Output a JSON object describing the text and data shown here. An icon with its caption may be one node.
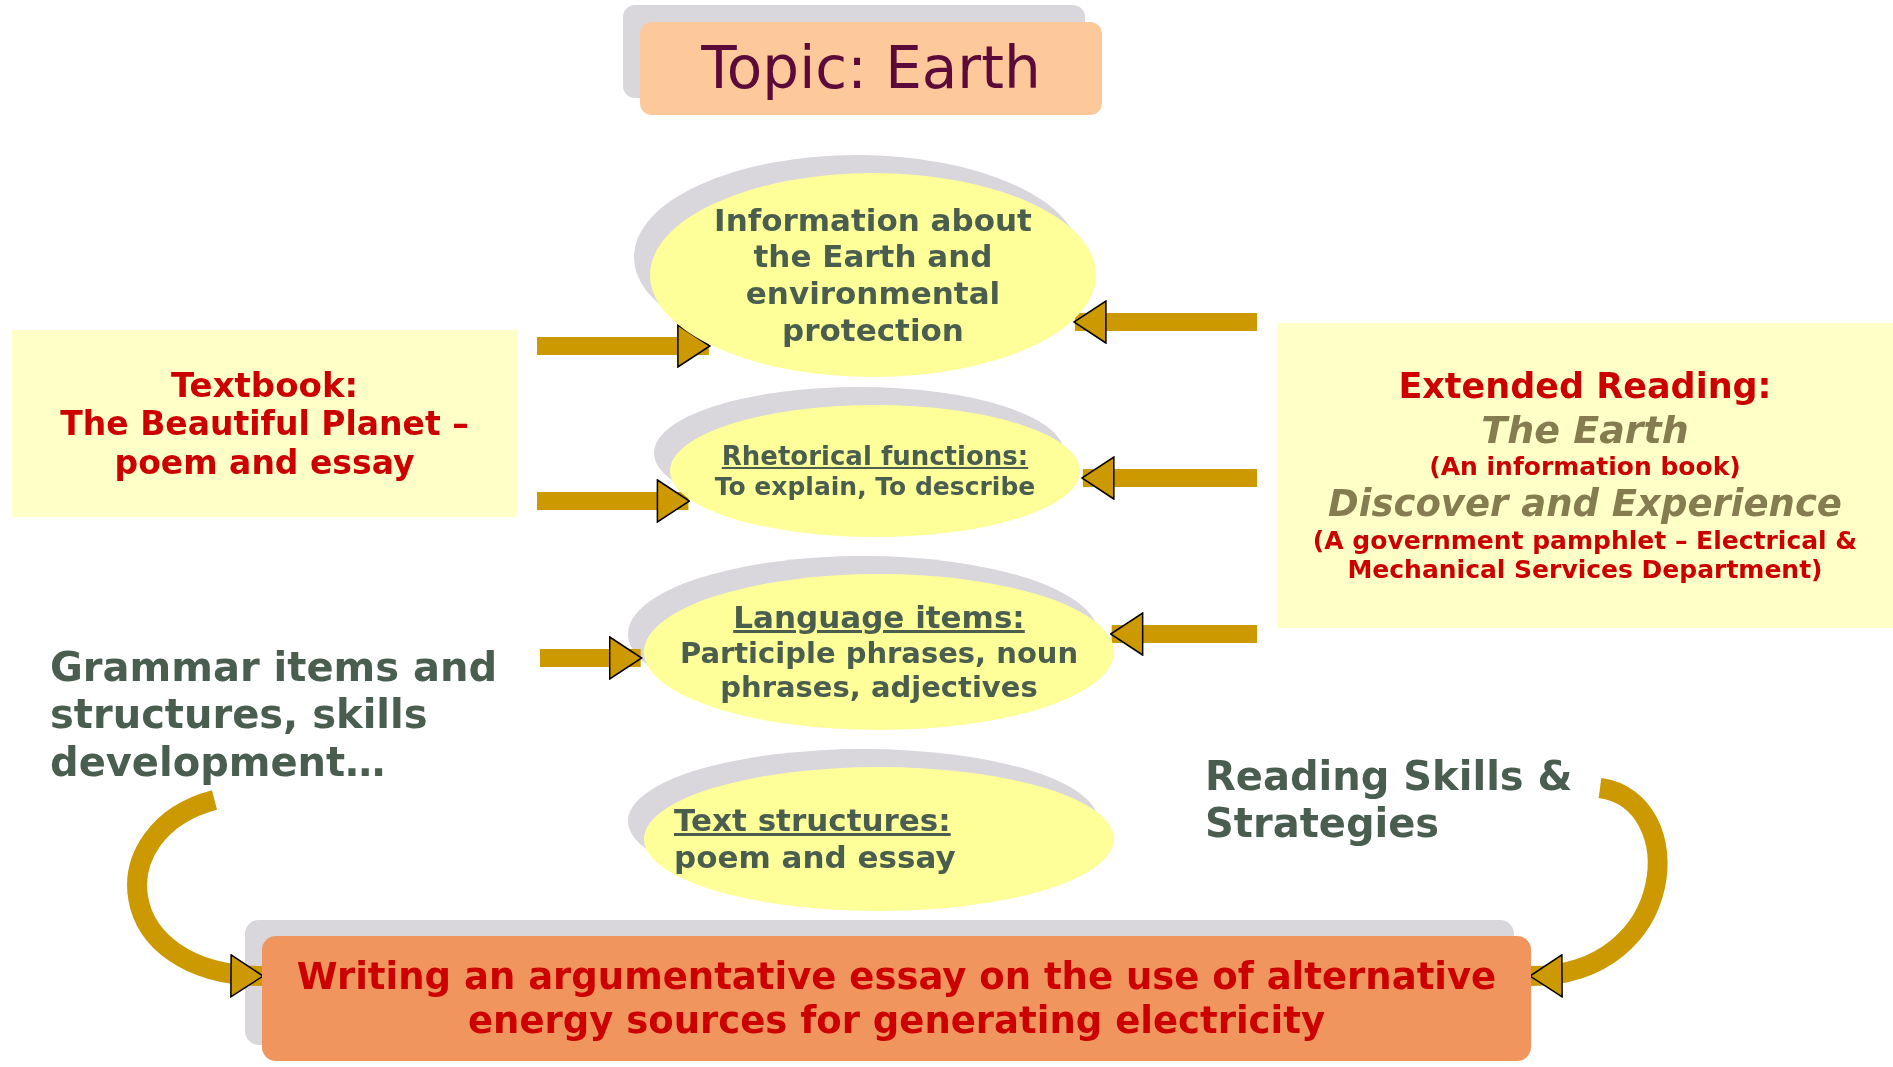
{
  "diagram": {
    "nodes": [
      {
        "text": [
          "Topic: Earth"
        ]
      },
      {
        "text": [
          "Textbook:",
          "The Beautiful Planet – poem and essay"
        ]
      },
      {
        "text": [
          "Information about the Earth and environmental protection"
        ]
      },
      {
        "text": [
          "Rhetorical functions:",
          "To explain, To describe"
        ]
      },
      {
        "text": [
          "Language items:",
          "Participle phrases, noun phrases, adjectives"
        ]
      },
      {
        "text": [
          "Text structures:",
          "poem and essay"
        ]
      },
      {
        "text": [
          "Extended Reading:",
          "The Earth",
          "(An information book)",
          "Discover and Experience",
          "(A government pamphlet – Electrical & Mechanical Services Department)"
        ]
      },
      {
        "text": [
          "Grammar items and structures, skills development…"
        ]
      },
      {
        "text": [
          "Reading Skills & Strategies"
        ]
      },
      {
        "text": [
          "Writing an argumentative essay on the use of alternative energy sources for generating electricity"
        ]
      }
    ],
    "edges": [
      {
        "from": 1,
        "to": 2,
        "arrow": "to"
      },
      {
        "from": 1,
        "to": 3,
        "arrow": "to"
      },
      {
        "from": 7,
        "to": 4,
        "arrow": "to"
      },
      {
        "from": 6,
        "to": 2,
        "arrow": "to"
      },
      {
        "from": 6,
        "to": 3,
        "arrow": "to"
      },
      {
        "from": 6,
        "to": 4,
        "arrow": "to"
      },
      {
        "from": 7,
        "to": 9,
        "arrow": "to"
      },
      {
        "from": 8,
        "to": 9,
        "arrow": "to"
      }
    ]
  }
}
